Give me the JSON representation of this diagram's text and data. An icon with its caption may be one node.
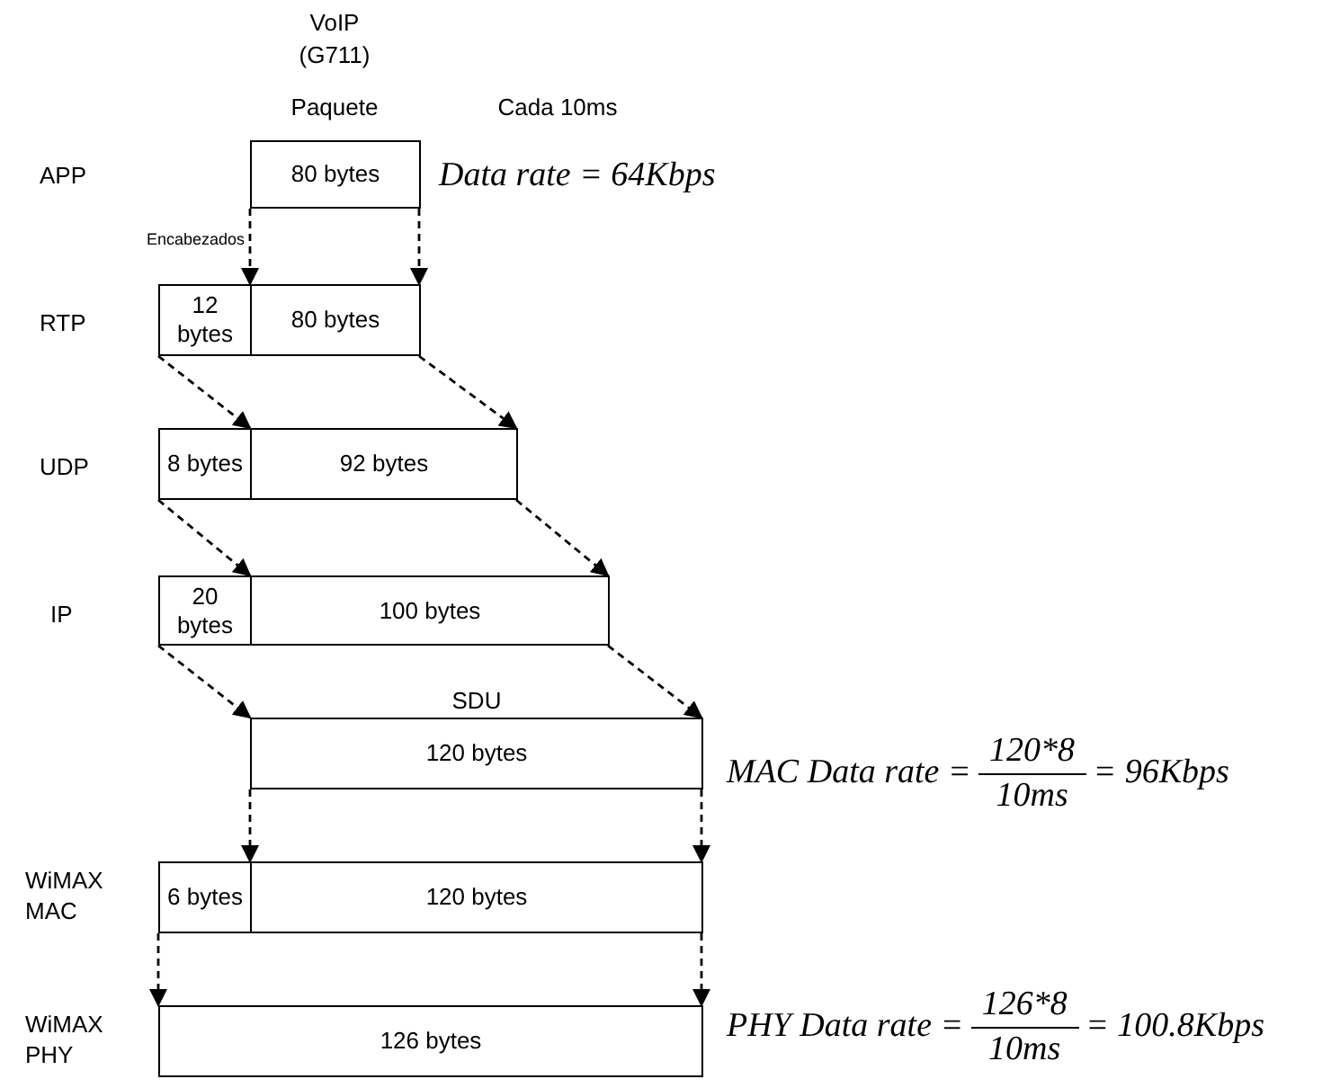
{
  "diagram": {
    "nodes": [
      {
        "text": [
          "80 bytes"
        ]
      },
      {
        "text": [
          "12 bytes"
        ]
      },
      {
        "text": [
          "80 bytes"
        ]
      },
      {
        "text": [
          "8 bytes"
        ]
      },
      {
        "text": [
          "92 bytes"
        ]
      },
      {
        "text": [
          "20 bytes"
        ]
      },
      {
        "text": [
          "100 bytes"
        ]
      },
      {
        "text": [
          "SDU",
          "120 bytes"
        ]
      },
      {
        "text": [
          "6 bytes"
        ]
      },
      {
        "text": [
          "120 bytes"
        ]
      },
      {
        "text": [
          "126 bytes"
        ]
      }
    ],
    "edges": [
      {
        "from": 0,
        "to": 2,
        "arrow": "to",
        "style": "dashed",
        "label": "Encabezados"
      },
      {
        "from": 0,
        "to": 2,
        "arrow": "to",
        "style": "dashed"
      },
      {
        "from": 1,
        "to": 4,
        "arrow": "to",
        "style": "dashed"
      },
      {
        "from": 2,
        "to": 4,
        "arrow": "to",
        "style": "dashed"
      },
      {
        "from": 3,
        "to": 6,
        "arrow": "to",
        "style": "dashed"
      },
      {
        "from": 4,
        "to": 6,
        "arrow": "to",
        "style": "dashed"
      },
      {
        "from": 5,
        "to": 7,
        "arrow": "to",
        "style": "dashed"
      },
      {
        "from": 6,
        "to": 7,
        "arrow": "to",
        "style": "dashed"
      },
      {
        "from": 7,
        "to": 9,
        "arrow": "to",
        "style": "dashed"
      },
      {
        "from": 7,
        "to": 9,
        "arrow": "to",
        "style": "dashed"
      },
      {
        "from": 8,
        "to": 10,
        "arrow": "to",
        "style": "dashed"
      },
      {
        "from": 9,
        "to": 10,
        "arrow": "to",
        "style": "dashed"
      }
    ],
    "labels": [
      "VoIP (G711)",
      "Paquete",
      "Cada 10ms",
      "APP",
      "Data rate = 64Kbps",
      "RTP",
      "UDP",
      "IP",
      "MAC Data rate =",
      "120*8",
      "10ms",
      "= 96Kbps",
      "WiMAX MAC",
      "WiMAX PHY",
      "PHY Data rate =",
      "126*8",
      "10ms",
      "= 100.8Kbps"
    ]
  }
}
